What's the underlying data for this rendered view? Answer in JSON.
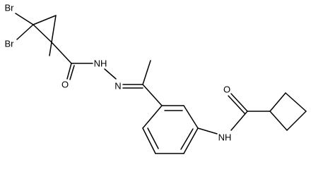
{
  "atoms": {
    "br1": "Br",
    "br2": "Br",
    "nh_hydrazide": "NH",
    "n_imine": "N",
    "o_hydrazide": "O",
    "o_amide": "O",
    "nh_amide": "NH"
  }
}
